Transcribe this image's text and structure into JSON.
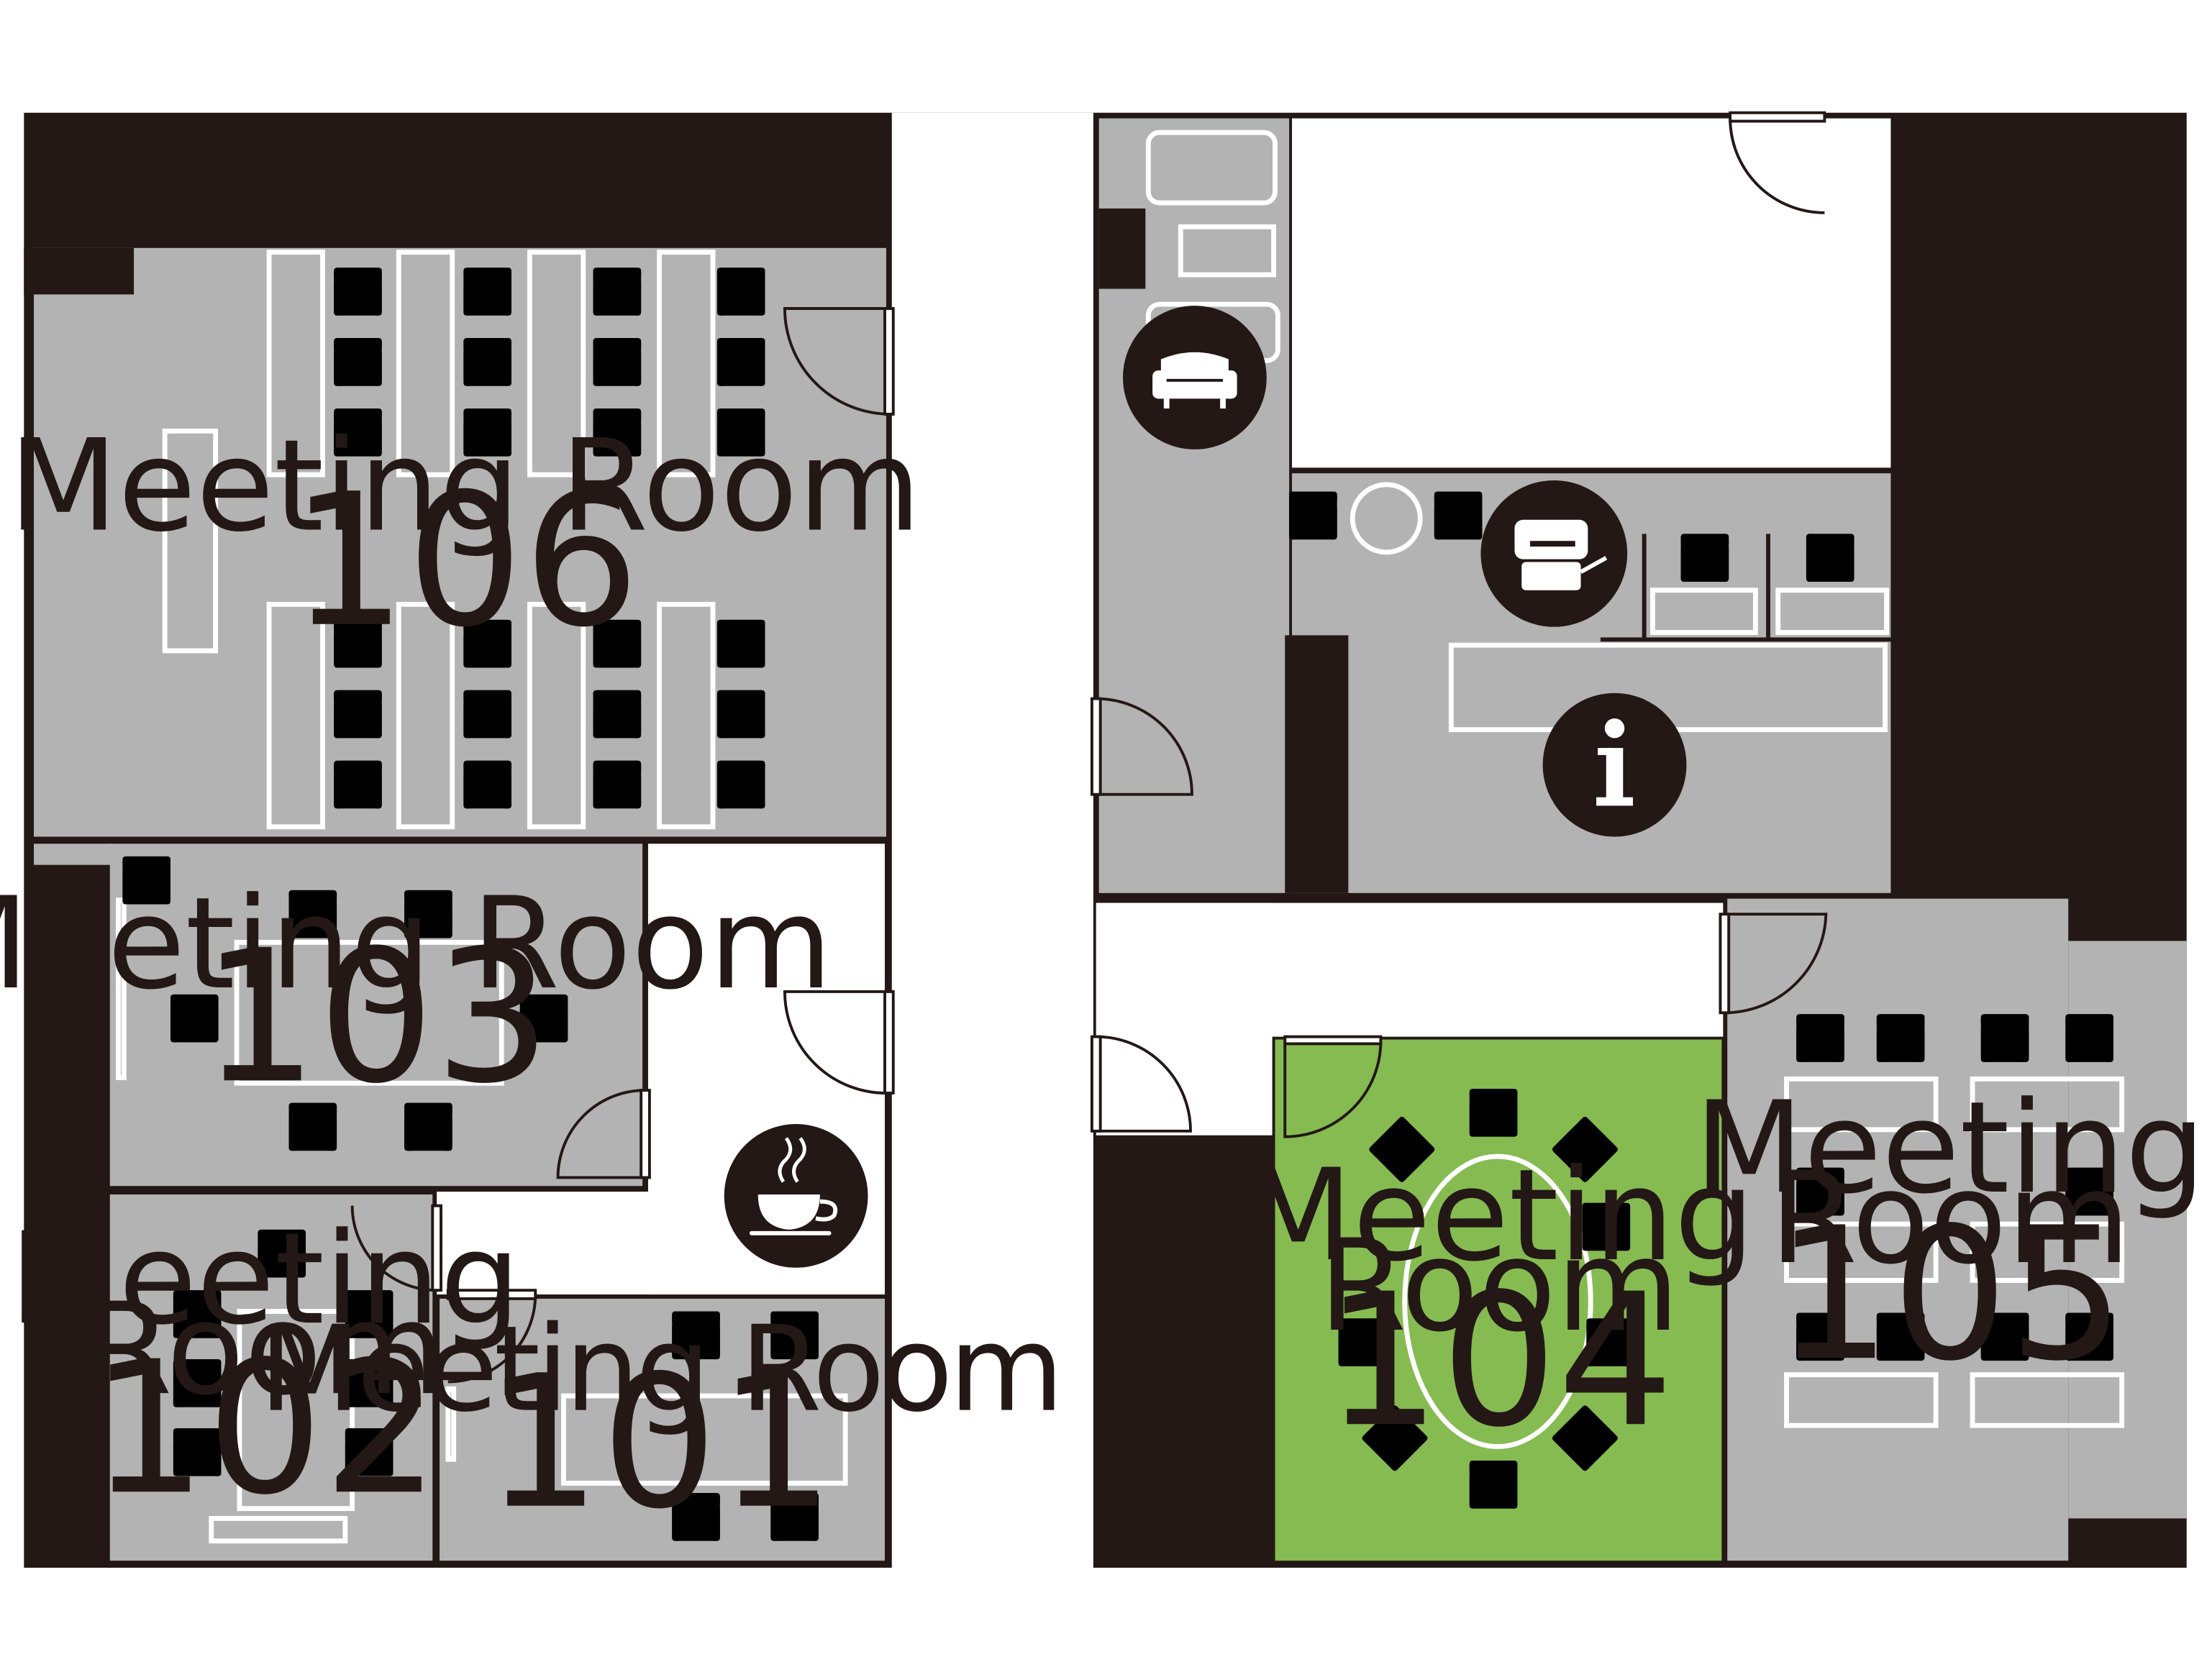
{
  "colors": {
    "wall": "#231815",
    "room": "#b3b3b3",
    "corridor": "#ffffff",
    "selected_room": "#86bb52",
    "label": "#231815",
    "furniture": "#ffffff"
  },
  "rooms": [
    {
      "id": "106",
      "name": "Meeting Room",
      "number": "106",
      "selected": false
    },
    {
      "id": "103",
      "name": "Meeting Room",
      "number": "103",
      "selected": false
    },
    {
      "id": "102",
      "name_line1": "Meeting",
      "name_line2": "Room",
      "number": "102",
      "selected": false
    },
    {
      "id": "101",
      "name": "Meeting Room",
      "number": "101",
      "selected": false
    },
    {
      "id": "104",
      "name_line1": "Meeting",
      "name_line2": "Room",
      "number": "104",
      "selected": true
    },
    {
      "id": "105",
      "name_line1": "Meeting",
      "name_line2": "Room",
      "number": "105",
      "selected": false
    }
  ],
  "facilities": [
    {
      "id": "lounge",
      "icon": "sofa-icon"
    },
    {
      "id": "printer",
      "icon": "printer-icon"
    },
    {
      "id": "information",
      "icon": "information-icon",
      "glyph": "i"
    },
    {
      "id": "cafe",
      "icon": "coffee-cup-icon"
    }
  ]
}
